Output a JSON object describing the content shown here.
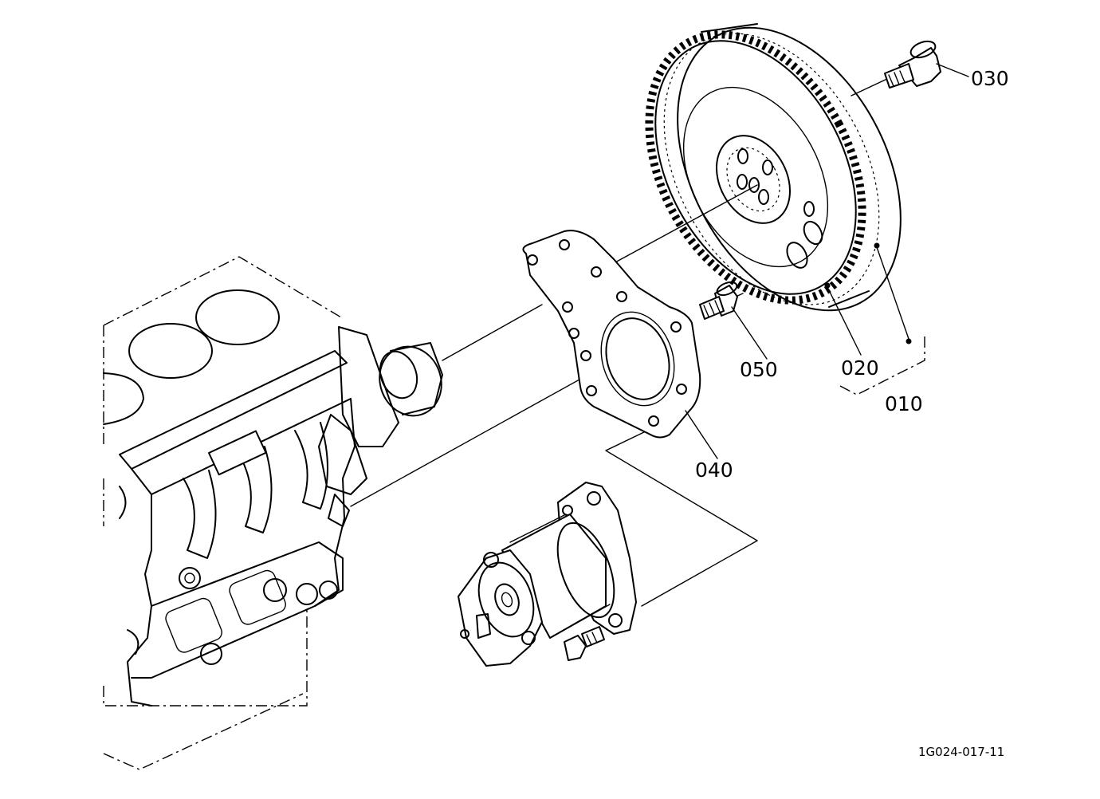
{
  "labels": {
    "part_010": "010",
    "part_020": "020",
    "part_030": "030",
    "part_040": "040",
    "part_050": "050"
  },
  "figure_code": "1G024-017-11"
}
